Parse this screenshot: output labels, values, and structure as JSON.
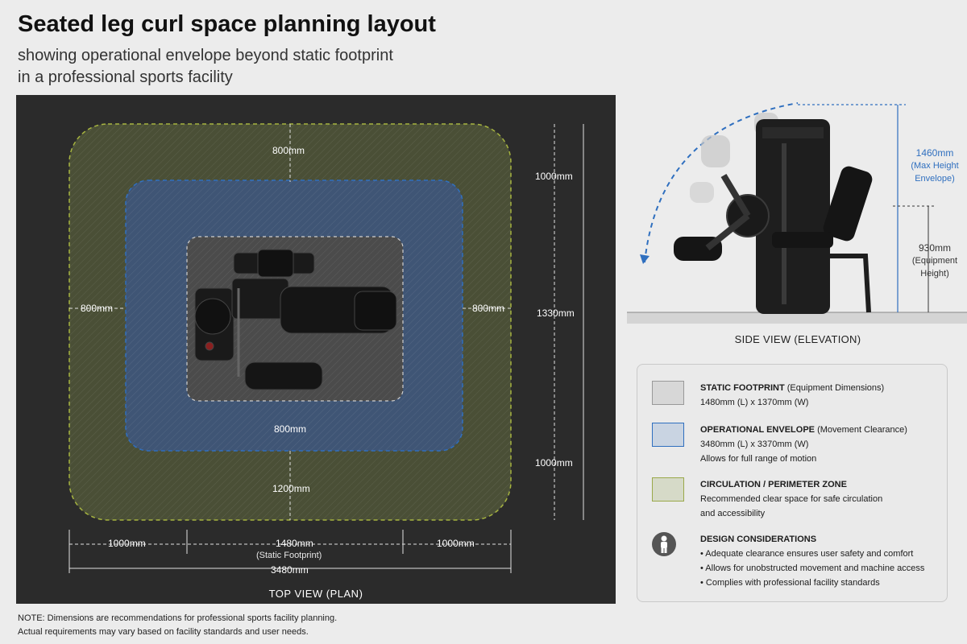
{
  "header": {
    "title": "Seated leg curl space planning layout",
    "subtitle_line1": "showing operational envelope beyond static footprint",
    "subtitle_line2": "in a professional sports facility"
  },
  "plan": {
    "label": "TOP VIEW (PLAN)",
    "dims": {
      "top_outer": "800mm",
      "top_right": "1000mm",
      "left_side": "800mm",
      "right_side": "800mm",
      "right_mid": "1330mm",
      "below_envelope": "800mm",
      "bottom_right": "1000mm",
      "bottom_outer": "1200mm",
      "bottom_left": "1000mm",
      "bottom_center": "1480mm",
      "bottom_center_sub": "(Static Footprint)",
      "bottom_right_h": "1000mm",
      "total_width": "3480mm"
    }
  },
  "side": {
    "label": "SIDE VIEW (ELEVATION)",
    "max_height_value": "1460mm",
    "max_height_label1": "(Max Height",
    "max_height_label2": "Envelope)",
    "equip_height_value": "930mm",
    "equip_height_label1": "(Equipment",
    "equip_height_label2": "Height)"
  },
  "legend": {
    "static": {
      "title": "STATIC FOOTPRINT",
      "title_note": "(Equipment Dimensions)",
      "line1": "1480mm (L) x 1370mm (W)",
      "color": "#d7d7d7"
    },
    "envelope": {
      "title": "OPERATIONAL ENVELOPE",
      "title_note": "(Movement Clearance)",
      "line1": "3480mm (L) x 3370mm (W)",
      "line2": "Allows for full range of motion",
      "color": "#c9d4e2"
    },
    "circulation": {
      "title": "CIRCULATION / PERIMETER ZONE",
      "line1": "Recommended clear space for safe circulation",
      "line2": "and accessibility",
      "color": "#d6dac8"
    },
    "design": {
      "title": "DESIGN CONSIDERATIONS",
      "bullets": [
        "• Adequate clearance ensures user safety and comfort",
        "• Allows for unobstructed movement and machine access",
        "• Complies with professional facility standards"
      ],
      "icon": "person-icon"
    }
  },
  "note": {
    "line1": "NOTE: Dimensions are recommendations for professional sports facility planning.",
    "line2": "Actual requirements may vary based on facility standards and user needs."
  },
  "colors": {
    "envelope_blue": "#2f6fbf",
    "circulation_green": "#9aa94a",
    "floor": "#2b2b2b"
  }
}
